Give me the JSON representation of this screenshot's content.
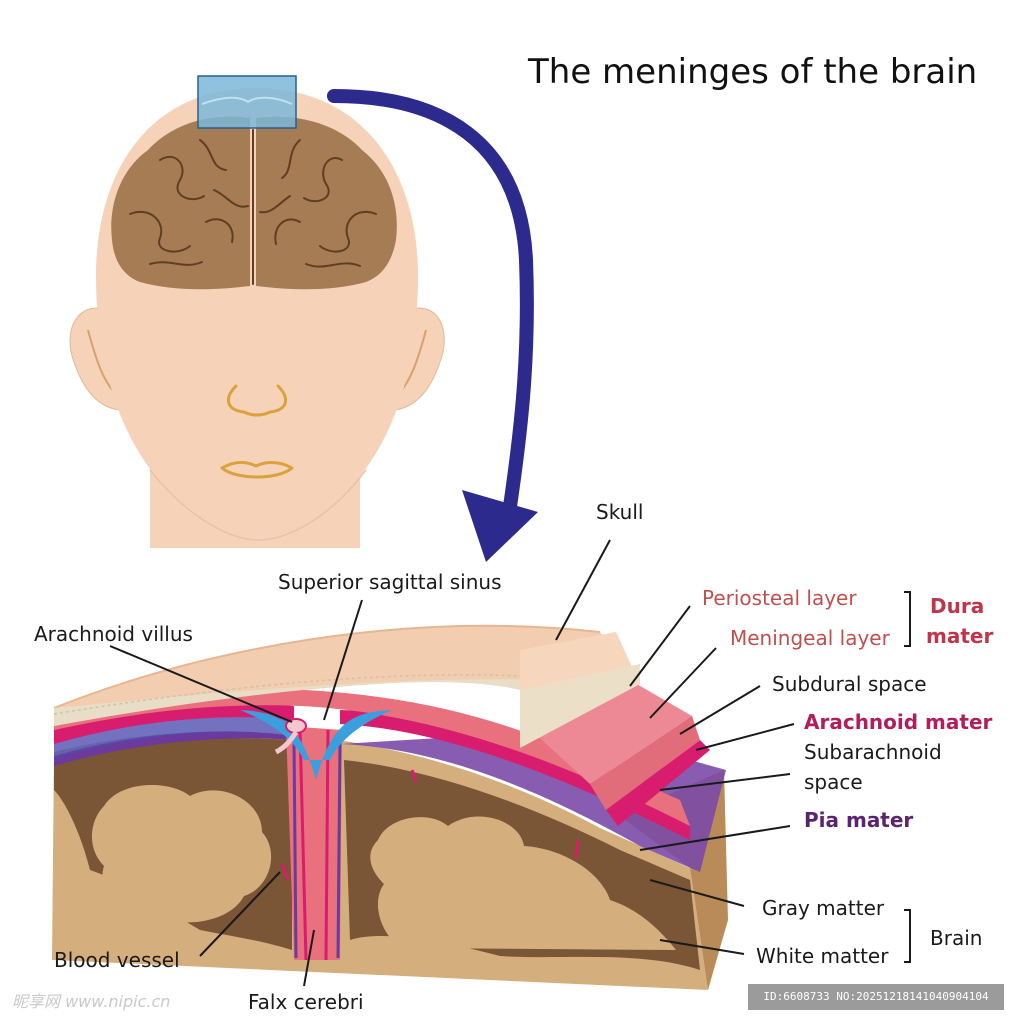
{
  "title": "The meninges of the brain",
  "labels": {
    "skull": "Skull",
    "superior_sagittal_sinus": "Superior sagittal sinus",
    "arachnoid_villus": "Arachnoid villus",
    "periosteal_layer": "Periosteal layer",
    "meningeal_layer": "Meningeal layer",
    "dura": "Dura",
    "mater": "mater",
    "subdural_space": "Subdural space",
    "arachnoid_mater": "Arachnoid mater",
    "subarachnoid": "Subarachnoid",
    "space": "space",
    "pia_mater": "Pia mater",
    "gray_matter": "Gray matter",
    "white_matter": "White matter",
    "brain": "Brain",
    "blood_vessel": "Blood vessel",
    "falx_cerebri": "Falx cerebri"
  },
  "watermarks": {
    "left": "昵享网 www.nipic.cn",
    "right": "ID:6608733 NO:20251218141040904104"
  },
  "colors": {
    "skin": "#f6d3b8",
    "brain": "#a67c55",
    "white_matter": "#d5ae7e",
    "gray_matter": "#7a5536",
    "dura": "#e8717d",
    "arachnoid": "#d81d6e",
    "pia": "#6b3a9c",
    "sinus": "#3a9fdc",
    "arrow": "#2c2a8c",
    "bone": "#f2cdb0"
  }
}
